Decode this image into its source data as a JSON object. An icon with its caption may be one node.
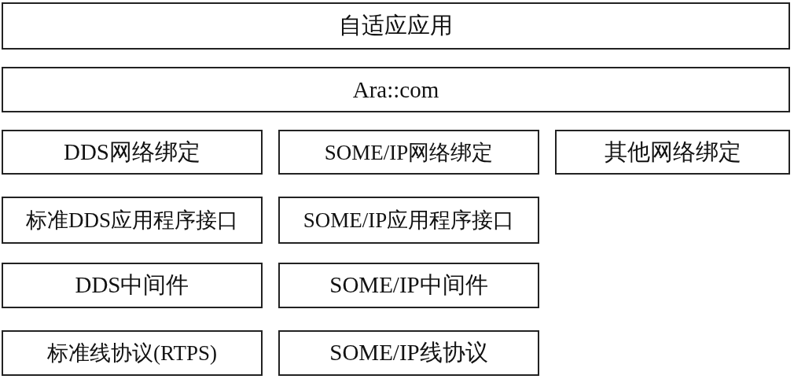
{
  "diagram": {
    "nodes": [
      {
        "text": [
          "自适应应用"
        ]
      },
      {
        "text": [
          "Ara::com"
        ]
      },
      {
        "text": [
          "DDS网络绑定"
        ]
      },
      {
        "text": [
          "SOME/IP网络绑定"
        ]
      },
      {
        "text": [
          "其他网络绑定"
        ]
      },
      {
        "text": [
          "标准DDS应用程序接口"
        ]
      },
      {
        "text": [
          "SOME/IP应用程序接口"
        ]
      },
      {
        "text": [
          "DDS中间件"
        ]
      },
      {
        "text": [
          "SOME/IP中间件"
        ]
      },
      {
        "text": [
          "标准线协议(RTPS)"
        ]
      },
      {
        "text": [
          "SOME/IP线协议"
        ]
      }
    ]
  }
}
